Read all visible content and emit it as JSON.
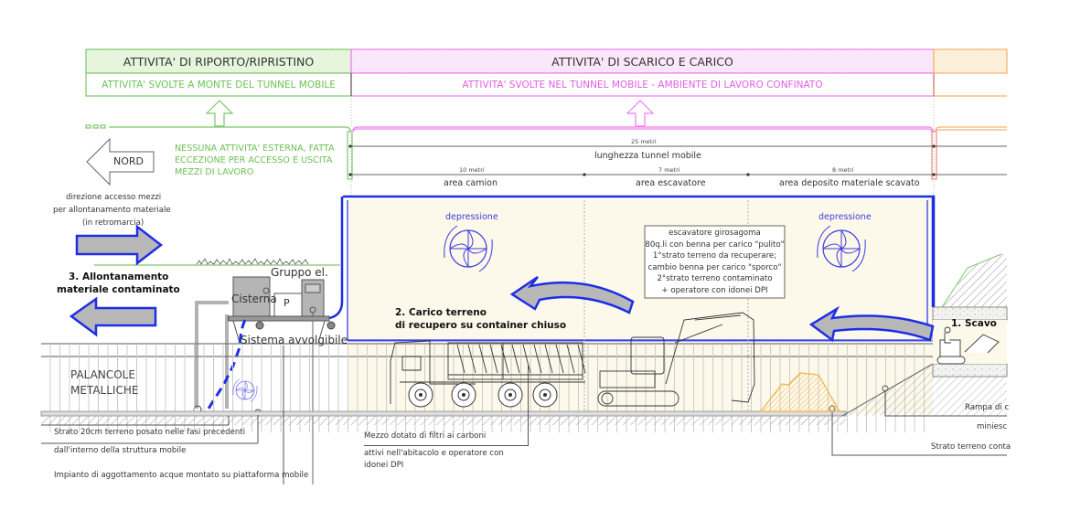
{
  "headers": {
    "riporto": {
      "title": "ATTIVITA' DI RIPORTO/RIPRISTINO",
      "subtitle": "ATTIVITA' SVOLTE A MONTE DEL TUNNEL MOBILE"
    },
    "scarico": {
      "title": "ATTIVITA' DI SCARICO E CARICO",
      "subtitle": "ATTIVITA' SVOLTE NEL TUNNEL MOBILE - AMBIENTE DI LAVORO CONFINATO"
    }
  },
  "colors": {
    "riporto": "#7cc86a",
    "scarico": "#f07cf0",
    "scavo": "#f4b36a",
    "tunnel_outline": "#1e2ee6",
    "tunnel_fill": "#fdf9ea",
    "deposit": "#f2b24a"
  },
  "north": {
    "label": "NORD",
    "note": [
      "NESSUNA ATTIVITA' ESTERNA, FATTA",
      "ECCEZIONE PER ACCESSO E USCITA",
      "MEZZI DI LAVORO"
    ]
  },
  "dimensions": {
    "total": {
      "value": "25 metri",
      "label": "lunghezza tunnel mobile"
    },
    "areas": [
      {
        "value": "10 metri",
        "label": "area camion"
      },
      {
        "value": "7 metri",
        "label": "area escavatore"
      },
      {
        "value": "8 metri",
        "label": "area deposito materiale scavato"
      }
    ]
  },
  "access": {
    "direction": [
      "direzione accesso mezzi",
      "per allontanamento materiale",
      "(in retromarcia)"
    ],
    "step3": [
      "3. Allontanamento",
      "materiale contaminato"
    ]
  },
  "equipment": {
    "gruppo": "Gruppo el.",
    "cisterna": "Cisterna",
    "pump": "P",
    "avvolgibile": "Sistema avvolgibile"
  },
  "fans": [
    {
      "label": "depressione"
    },
    {
      "label": "depressione"
    }
  ],
  "step2": [
    "2. Carico terreno",
    "di recupero su container chiuso"
  ],
  "step1": "1. Scavo",
  "excavator_note": [
    "escavatore girosagoma",
    "80q.li con benna per carico \"pulito\"",
    "1°strato terreno da recuperare;",
    "cambio benna per carico \"sporco\"",
    "2°strato terreno contaminato",
    "+ operatore con idonei DPI"
  ],
  "palancole": [
    "PALANCOLE",
    "METALLICHE"
  ],
  "notes": {
    "strato": [
      "Strato 20cm terreno posato nelle fasi precedenti",
      "dall'interno della struttura mobile"
    ],
    "impianto": "Impianto di aggottamento acque montato su piattaforma mobile",
    "mezzo": [
      "Mezzo dotato di filtri ai carboni",
      "attivi nell'abitacolo e operatore con",
      "idonei DPI"
    ],
    "rampa": [
      "Rampa di c",
      "miniesc"
    ],
    "strato_cont": "Strato terreno conta"
  }
}
